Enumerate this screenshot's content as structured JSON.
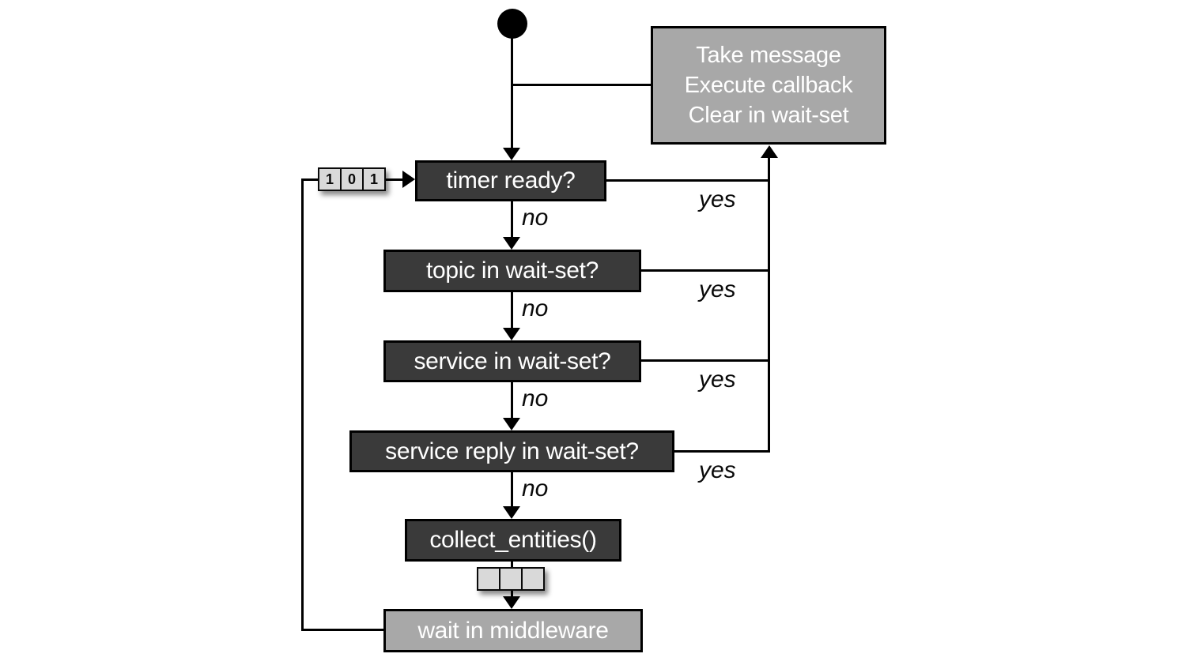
{
  "diagram": {
    "title_semantic": "executor wait-set flowchart",
    "colors": {
      "dark_node_fill": "#3a3a3a",
      "gray_node_fill": "#a8a8a8",
      "buffer_cell_fill": "#d9d9d9",
      "line": "#000000",
      "node_text": "#ffffff",
      "edge_label_text": "#0a0a0a"
    },
    "action_box": {
      "lines": [
        "Take message",
        "Execute callback",
        "Clear in wait-set"
      ]
    },
    "decisions": [
      {
        "label": "timer ready?",
        "yes": "yes",
        "no": "no"
      },
      {
        "label": "topic in wait-set?",
        "yes": "yes",
        "no": "no"
      },
      {
        "label": "service in wait-set?",
        "yes": "yes",
        "no": "no"
      },
      {
        "label": "service reply in wait-set?",
        "yes": "yes",
        "no": "no"
      }
    ],
    "processes": {
      "collect": "collect_entities()",
      "wait": "wait in middleware"
    },
    "wait_set_buffer_cells": [
      "1",
      "0",
      "1"
    ],
    "result_buffer_cells": [
      "",
      "",
      ""
    ]
  }
}
